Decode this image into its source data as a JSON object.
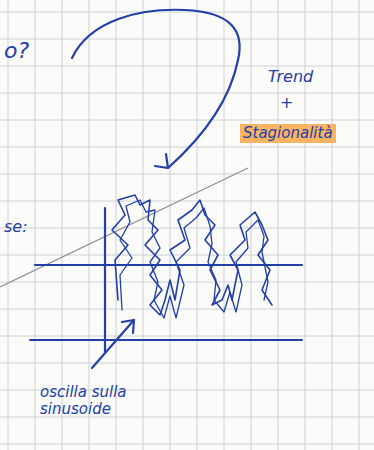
{
  "diagram": {
    "labels": [
      "o?",
      "Trend",
      "+",
      "Stagionalità",
      "se:",
      "oscilla sulla sinusoide"
    ]
  }
}
